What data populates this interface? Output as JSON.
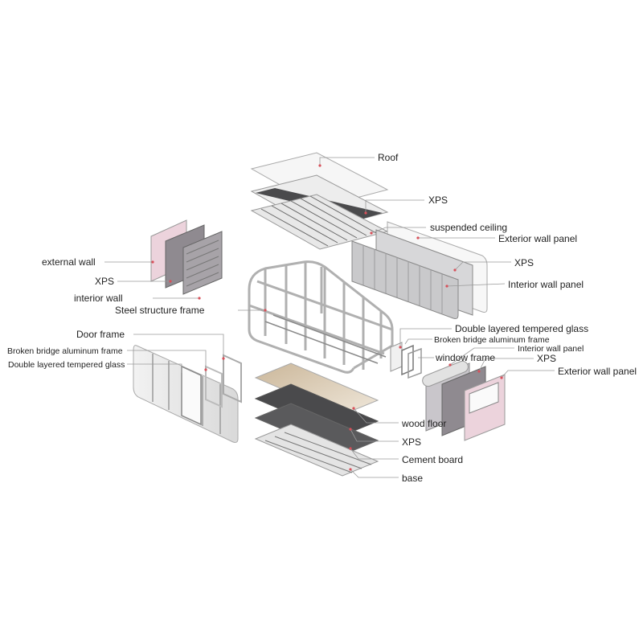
{
  "labels": {
    "roof": "Roof",
    "xps_roof": "XPS",
    "suspended_ceiling": "suspended ceiling",
    "exterior_wall_panel_right": "Exterior wall panel",
    "xps_right_wall": "XPS",
    "interior_wall_panel_right": "Interior wall panel",
    "external_wall": "external wall",
    "xps_left_wall": "XPS",
    "interior_wall": "interior wall",
    "steel_structure_frame": "Steel structure frame",
    "double_glass_right": "Double layered tempered glass",
    "broken_bridge_right": "Broken bridge aluminum frame",
    "interior_wall_panel_end": "Interior wall panel",
    "window_frame": "window frame",
    "xps_end": "XPS",
    "exterior_wall_panel_end": "Exterior wall panel",
    "door_frame": "Door frame",
    "broken_bridge_left": "Broken bridge aluminum frame",
    "double_glass_left": "Double layered tempered glass",
    "wood_floor": "wood floor",
    "xps_floor": "XPS",
    "cement_board": "Cement board",
    "base": "base"
  },
  "colors": {
    "line": "#9a9a9a",
    "leader_dot": "#d8505a",
    "dark_layer": "#4a4a4c",
    "pink_panel": "#ecd3dc",
    "gray_panel": "#bdbdc0",
    "wood": "#d6c7ae"
  }
}
